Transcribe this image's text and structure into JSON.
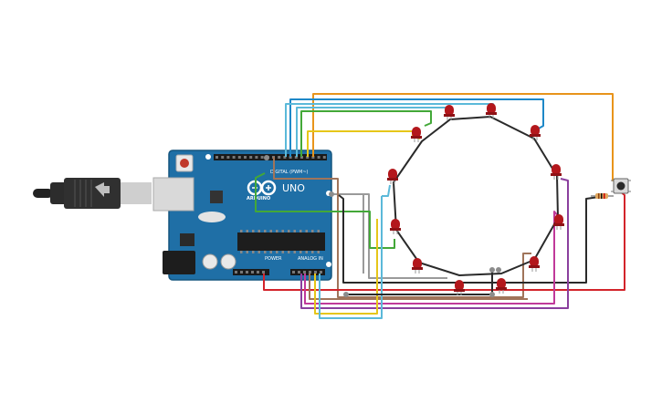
{
  "board": {
    "name": "UNO",
    "brand": "ARDUINO",
    "digital_label": "DIGITAL (PWM~)",
    "power_label": "POWER",
    "analog_label": "ANALOG IN",
    "color": "#1f6fa6"
  },
  "components": {
    "led_color": "#b3171c",
    "led_count": 12,
    "button": "push-button",
    "resistor": "resistor"
  },
  "wire_colors": {
    "orange": "#e8941b",
    "cyan": "#5bb9d9",
    "blue": "#1e88c8",
    "green": "#43a838",
    "yellow": "#e6c619",
    "black": "#2a2a2a",
    "red": "#d3242b",
    "purple": "#8a3f9e",
    "magenta": "#c0399a",
    "brown": "#a0745a",
    "gray": "#9a9a9a"
  }
}
